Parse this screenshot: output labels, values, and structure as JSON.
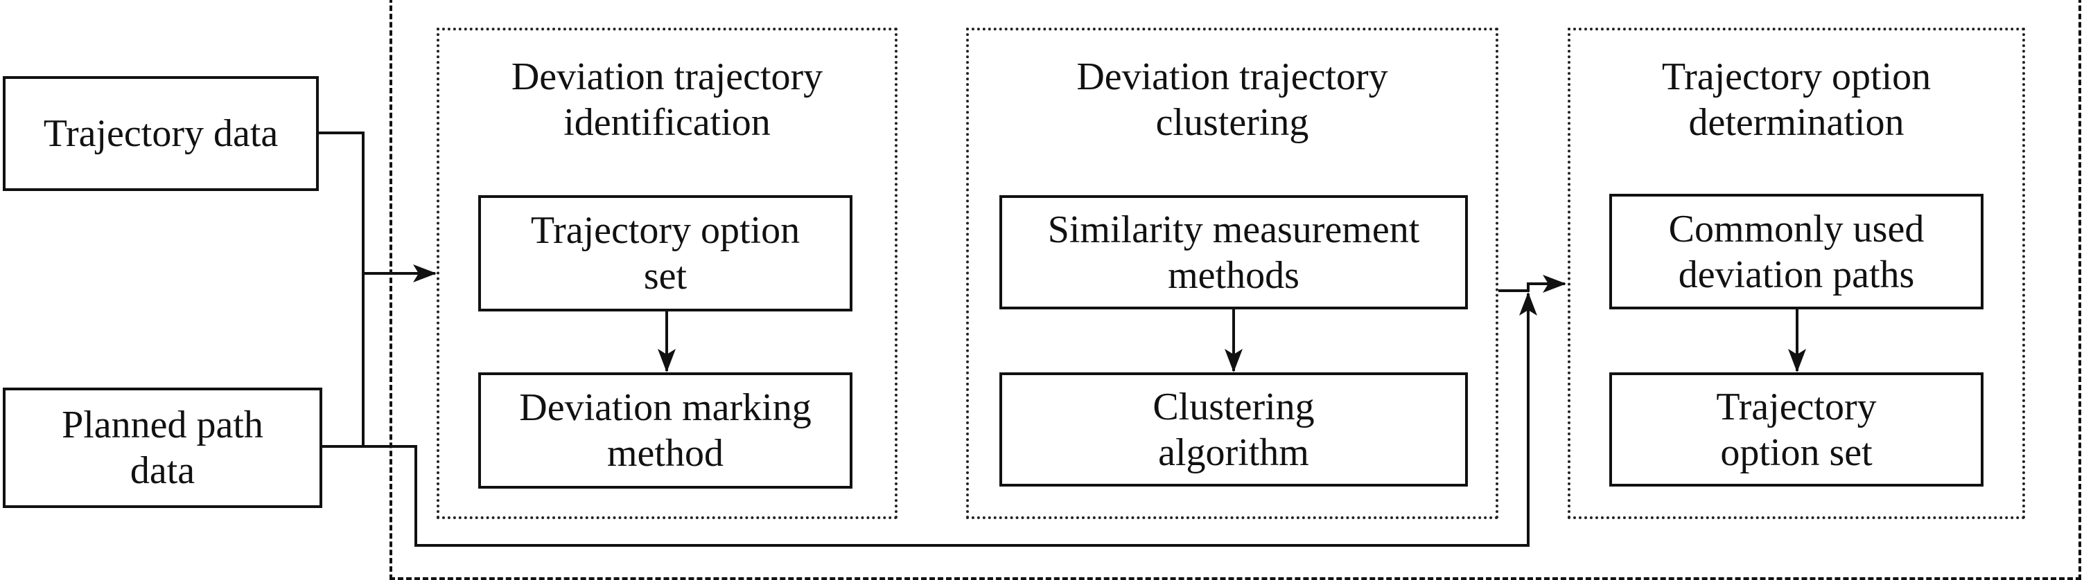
{
  "inputs": {
    "trajectory_data": "Trajectory data",
    "planned_path_line1": "Planned path",
    "planned_path_line2": "data"
  },
  "groups": [
    {
      "title_line1": "Deviation trajectory",
      "title_line2": "identification",
      "top_box_line1": "Trajectory option",
      "top_box_line2": "set",
      "bottom_box_line1": "Deviation marking",
      "bottom_box_line2": "method"
    },
    {
      "title_line1": "Deviation trajectory",
      "title_line2": "clustering",
      "top_box_line1": "Similarity measurement",
      "top_box_line2": "methods",
      "bottom_box_line1": "Clustering",
      "bottom_box_line2": "algorithm"
    },
    {
      "title_line1": "Trajectory option",
      "title_line2": "determination",
      "top_box_line1": "Commonly used",
      "top_box_line2": "deviation paths",
      "bottom_box_line1": "Trajectory",
      "bottom_box_line2": "option set"
    }
  ]
}
